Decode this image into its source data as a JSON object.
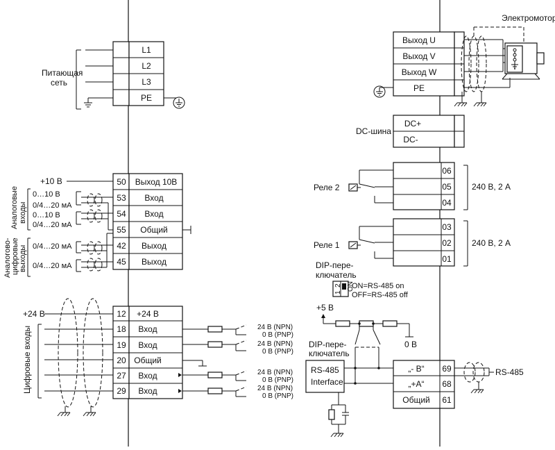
{
  "power": {
    "label_line1": "Питающая",
    "label_line2": "сеть",
    "terminals": [
      "L1",
      "L2",
      "L3",
      "PE"
    ]
  },
  "motor": {
    "label": "Электромотор",
    "terminals": [
      "Выход U",
      "Выход V",
      "Выход W",
      "PE"
    ]
  },
  "dc_bus": {
    "label": "DC-шина",
    "terminals": [
      "DC+",
      "DC-"
    ]
  },
  "analog": {
    "plus10": "+10 В",
    "group_label_line1": "Аналоговые",
    "group_label_line2": "входы",
    "out_label_line1": "Аналогово-",
    "out_label_line2": "цифровые",
    "out_label_line3": "выходы",
    "ranges": {
      "v1": "0…10 В",
      "ma1": "0/4…20 мА",
      "v2": "0…10 В",
      "ma2": "0/4…20 мА",
      "ma3": "0/4…20 мА",
      "ma4": "0/4…20 мА"
    },
    "rows": [
      {
        "num": "50",
        "name": "Выход 10В"
      },
      {
        "num": "53",
        "name": "Вход"
      },
      {
        "num": "54",
        "name": "Вход"
      },
      {
        "num": "55",
        "name": "Общий"
      },
      {
        "num": "42",
        "name": "Выход"
      },
      {
        "num": "45",
        "name": "Выход"
      }
    ]
  },
  "digital": {
    "plus24": "+24 В",
    "group_label": "Цифровые входы",
    "rows": [
      {
        "num": "12",
        "name": "+24 В"
      },
      {
        "num": "18",
        "name": "Вход"
      },
      {
        "num": "19",
        "name": "Вход"
      },
      {
        "num": "20",
        "name": "Общий"
      },
      {
        "num": "27",
        "name": "Вход"
      },
      {
        "num": "29",
        "name": "Вход"
      }
    ],
    "npn": "24 В (NPN)",
    "pnp": "0 В (PNP)"
  },
  "relays": {
    "rating": "240 В, 2 А",
    "relay2": {
      "label": "Реле 2",
      "terminals": [
        "06",
        "05",
        "04"
      ]
    },
    "relay1": {
      "label": "Реле 1",
      "terminals": [
        "03",
        "02",
        "01"
      ]
    }
  },
  "dip": {
    "label_line1": "DIP-пере-",
    "label_line2": "ключатель",
    "on": "ON",
    "num1": "1",
    "num2": "2",
    "desc_on": "ON=RS-485 on",
    "desc_off": "OFF=RS-485 off"
  },
  "rs485": {
    "plus5": "+5 В",
    "zero": "0 В",
    "dip_label_line1": "DIP-пере-",
    "dip_label_line2": "ключатель",
    "interface_line1": "RS-485",
    "interface_line2": "Interface",
    "rows": [
      {
        "num": "69",
        "name": "„- B“"
      },
      {
        "num": "68",
        "name": "„+A“"
      },
      {
        "num": "61",
        "name": "Общий"
      }
    ],
    "bus_label": "RS-485"
  }
}
